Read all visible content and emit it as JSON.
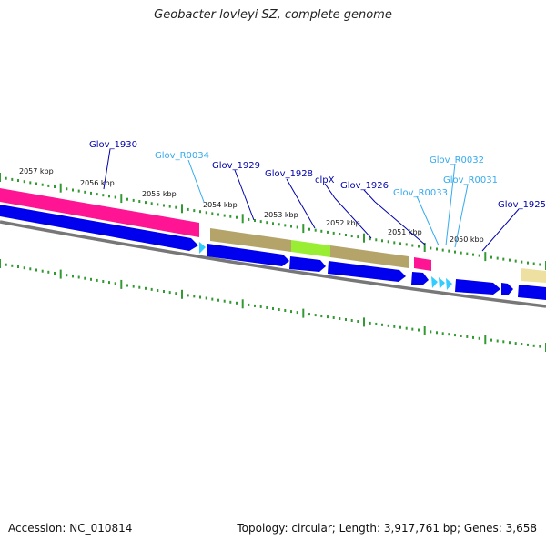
{
  "title": "Geobacter lovleyi SZ, complete genome",
  "accession": "Accession: NC_010814",
  "genome_stats": "Topology: circular; Length: 3,917,761 bp; Genes: 3,658",
  "colors": {
    "cds": "#0000ee",
    "trna": "#33ccff",
    "rrna": "#ff1493",
    "gene_track": "#b5a46a",
    "highlight": "#99ee33",
    "backbone": "#777777",
    "tick": "#339933",
    "label_blue": "#0000aa",
    "label_cyan": "#33aaee"
  },
  "kbp_labels": [
    "2057 kbp",
    "2056 kbp",
    "2055 kbp",
    "2054 kbp",
    "2053 kbp",
    "2052 kbp",
    "2051 kbp",
    "2050 kbp"
  ],
  "gene_labels": [
    {
      "text": "Glov_1930",
      "kind": "cds"
    },
    {
      "text": "Glov_R0034",
      "kind": "trna"
    },
    {
      "text": "Glov_1929",
      "kind": "cds"
    },
    {
      "text": "Glov_1928",
      "kind": "cds"
    },
    {
      "text": "clpX",
      "kind": "cds"
    },
    {
      "text": "Glov_1926",
      "kind": "cds"
    },
    {
      "text": "Glov_R0033",
      "kind": "trna"
    },
    {
      "text": "Glov_R0032",
      "kind": "trna"
    },
    {
      "text": "Glov_R0031",
      "kind": "trna"
    },
    {
      "text": "Glov_1925",
      "kind": "cds"
    }
  ]
}
